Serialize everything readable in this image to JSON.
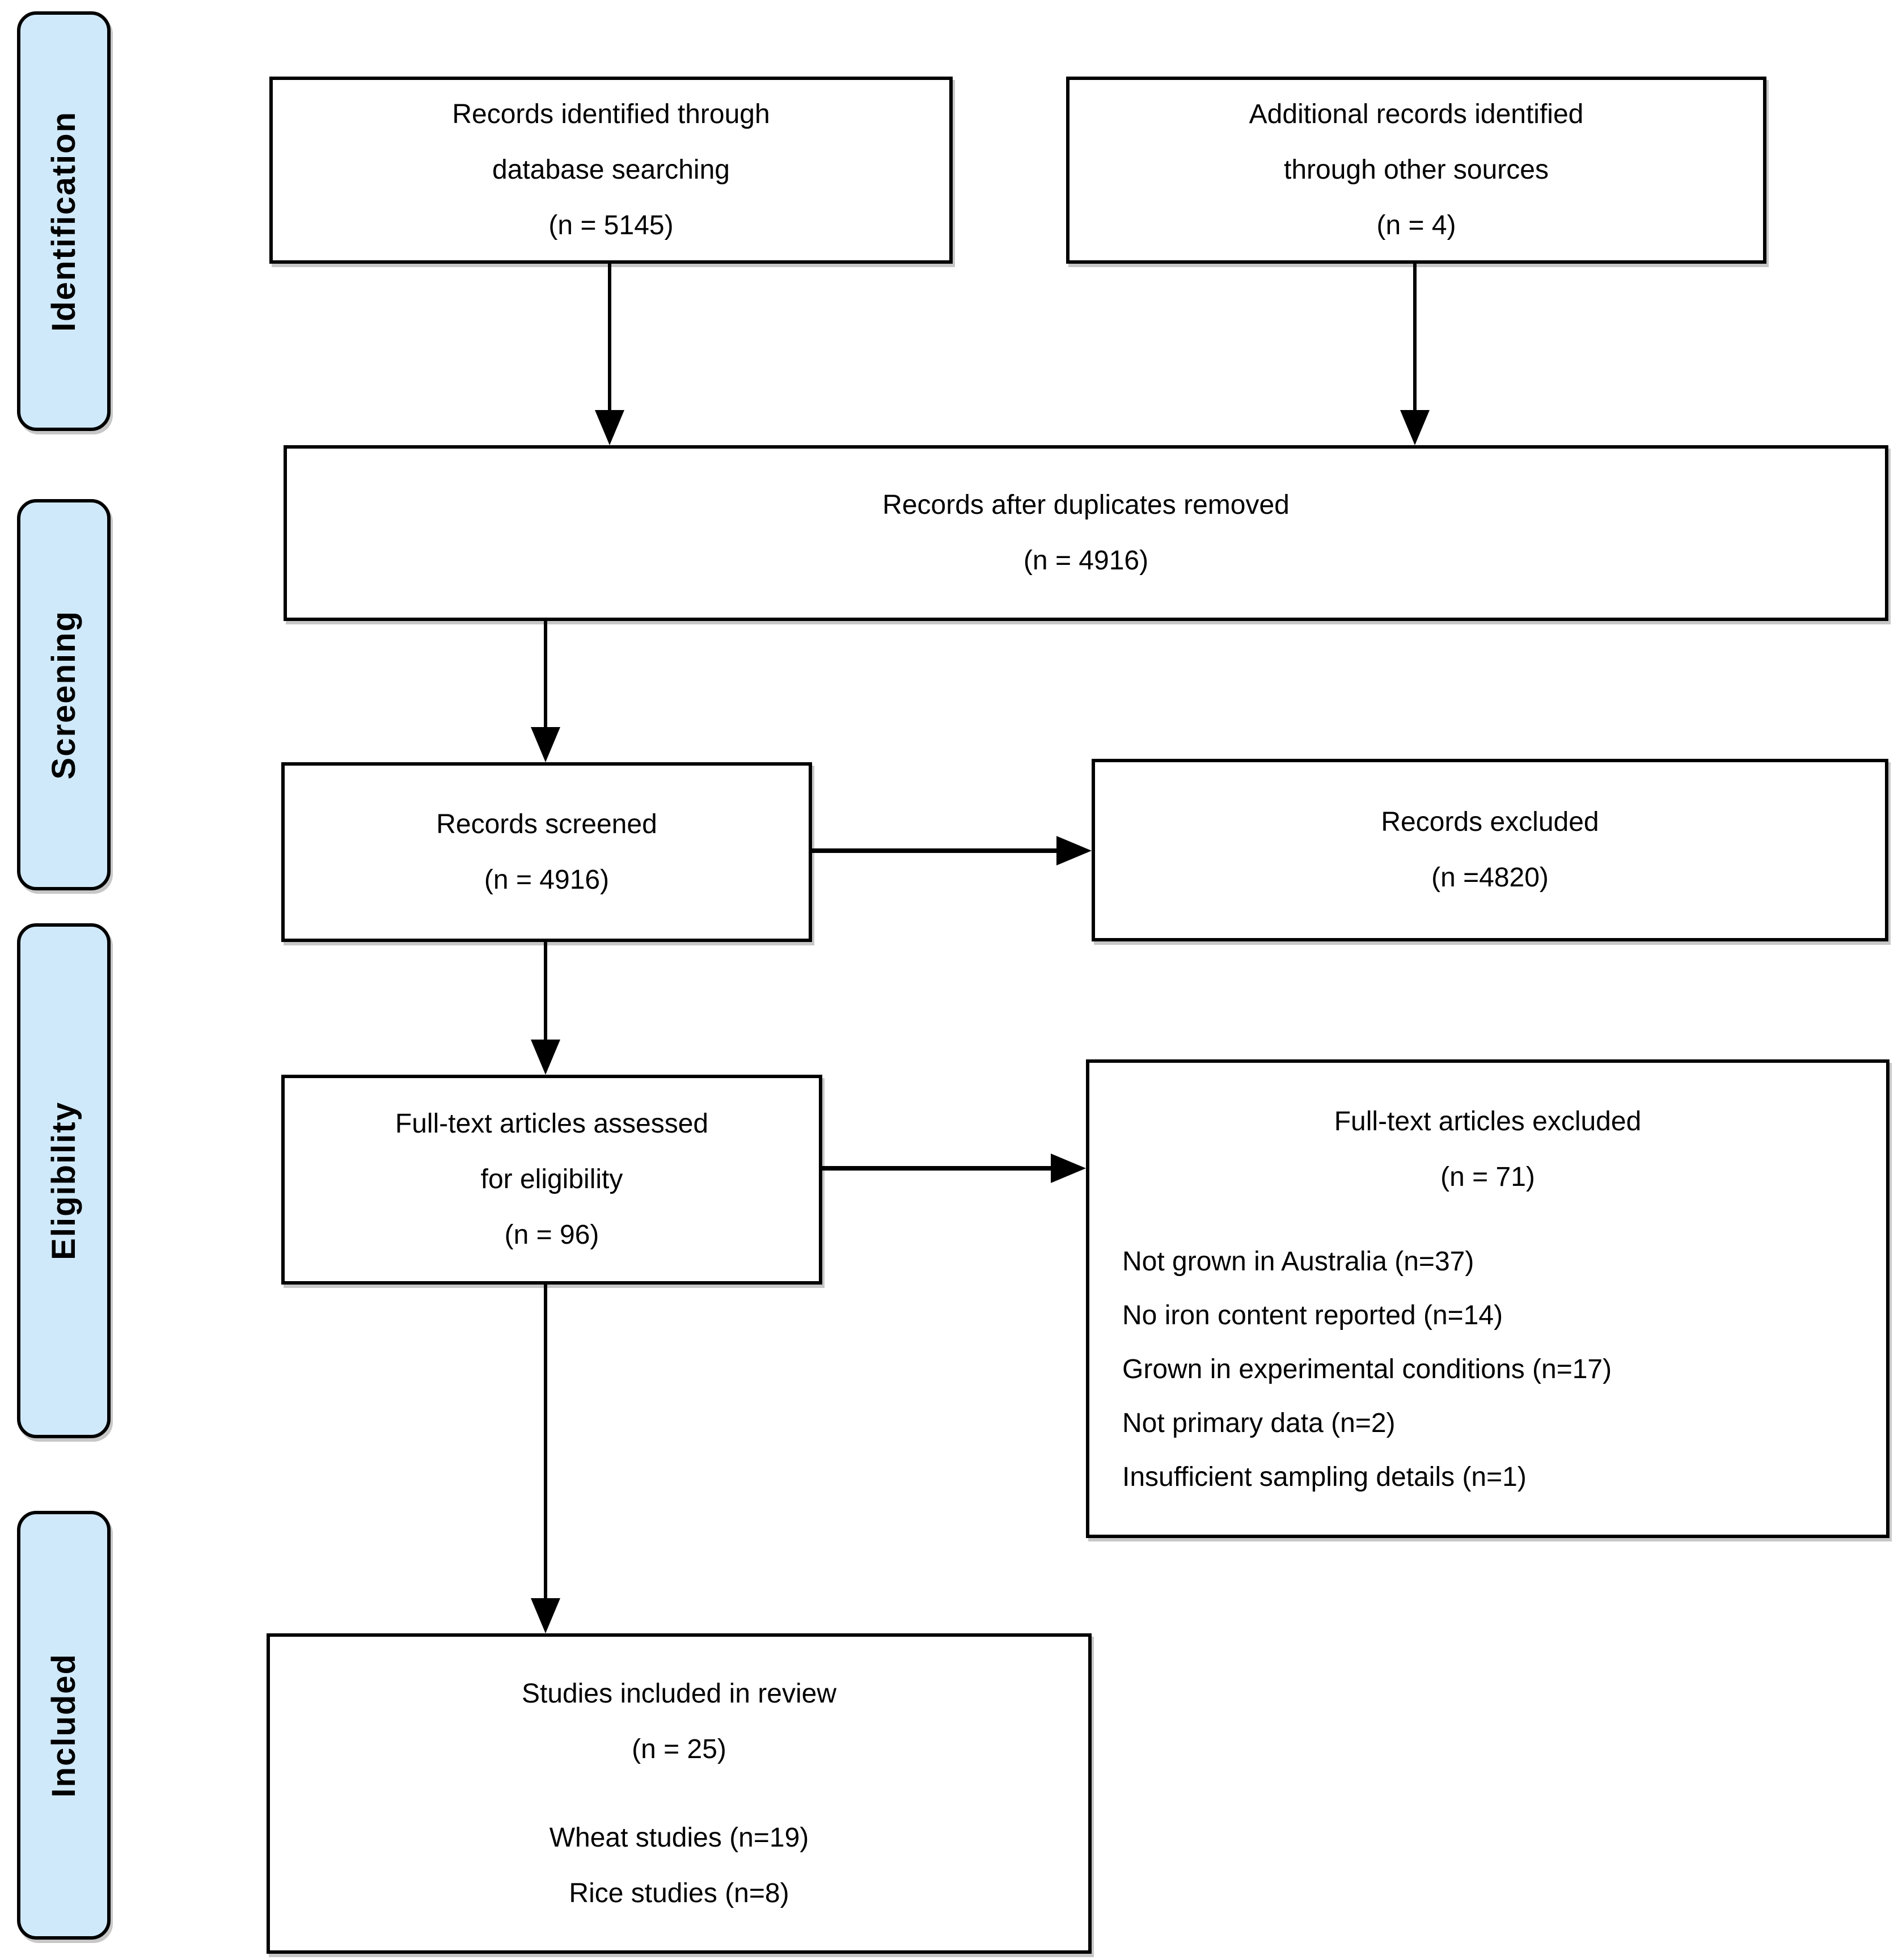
{
  "stage_labels": {
    "identification": "Identification",
    "screening": "Screening",
    "eligibility": "Eligibility",
    "included": "Included"
  },
  "boxes": {
    "identified": {
      "line1": "Records identified through",
      "line2": "database searching",
      "line3": "(n = 5145)"
    },
    "additional": {
      "line1": "Additional records identified",
      "line2": "through other sources",
      "line3": "(n = 4)"
    },
    "duplicates_removed": {
      "line1": "Records after duplicates removed",
      "line2": "(n = 4916)"
    },
    "screened": {
      "line1": "Records screened",
      "line2": "(n = 4916)"
    },
    "records_excluded": {
      "line1": "Records excluded",
      "line2": "(n =4820)"
    },
    "fulltext_assessed": {
      "line1": "Full-text articles assessed",
      "line2": "for eligibility",
      "line3": "(n = 96)"
    },
    "fulltext_excluded": {
      "line1": "Full-text articles excluded",
      "line2": "(n = 71)",
      "reasons": [
        "Not grown in Australia (n=37)",
        "No iron content reported (n=14)",
        "Grown in experimental conditions (n=17)",
        "Not primary data (n=2)",
        "Insufficient sampling details (n=1)"
      ]
    },
    "included_studies": {
      "line1": "Studies included in review",
      "line2": "(n = 25)",
      "line3": "Wheat studies (n=19)",
      "line4": "Rice studies (n=8)"
    }
  },
  "colors": {
    "stage_fill": "#d0e9fa",
    "box_fill": "#ffffff",
    "line": "#000000"
  }
}
